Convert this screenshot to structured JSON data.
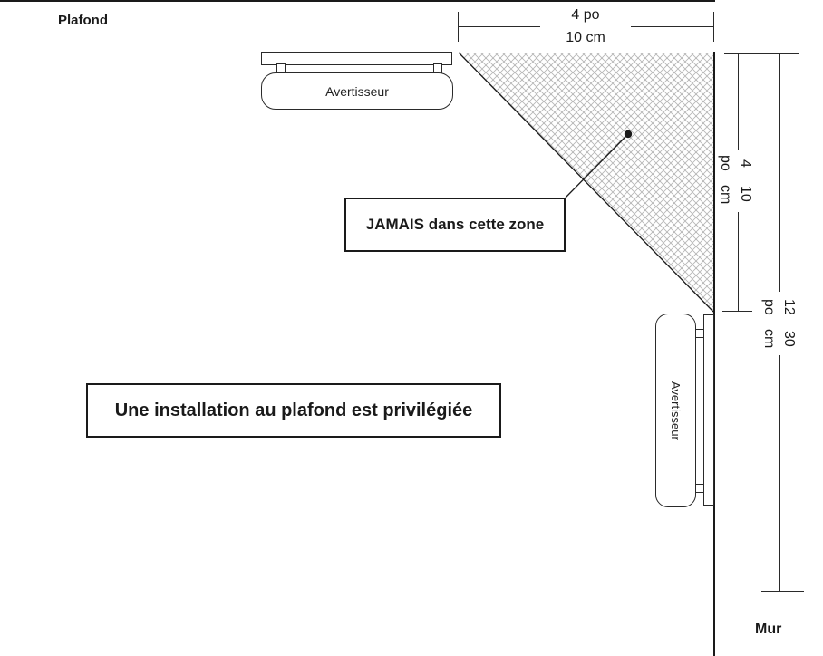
{
  "colors": {
    "line": "#1a1a1a",
    "dimension_line": "#2a2a2a",
    "hatch": "#b5b5b5",
    "background": "#ffffff"
  },
  "labels": {
    "ceiling": "Plafond",
    "wall": "Mur"
  },
  "caption": {
    "text": "Une installation au plafond est privilégiée"
  },
  "forbidden_zone": {
    "label": "JAMAIS dans cette zone"
  },
  "ceiling_detector": {
    "label": "Avertisseur"
  },
  "wall_detector": {
    "label": "Avertisseur"
  },
  "dimensions": {
    "top": {
      "imperial": "4 po",
      "metric": "10 cm"
    },
    "wall_inner": {
      "imperial": "4 po",
      "metric": "10 cm"
    },
    "wall_outer": {
      "imperial": "12 po",
      "metric": "30 cm"
    }
  }
}
